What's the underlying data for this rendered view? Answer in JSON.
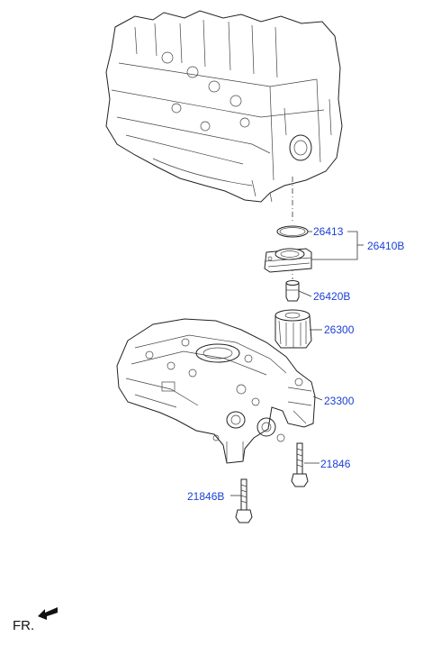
{
  "parts": {
    "p26413": "26413",
    "p26410B": "26410B",
    "p26420B": "26420B",
    "p26300": "26300",
    "p23300": "23300",
    "p21846": "21846",
    "p21846B": "21846B"
  },
  "orientation": {
    "label": "FR.",
    "arrow_icon": "front-direction-arrow-icon"
  },
  "colors": {
    "callout": "#1a3fd6",
    "line": "#222222"
  }
}
